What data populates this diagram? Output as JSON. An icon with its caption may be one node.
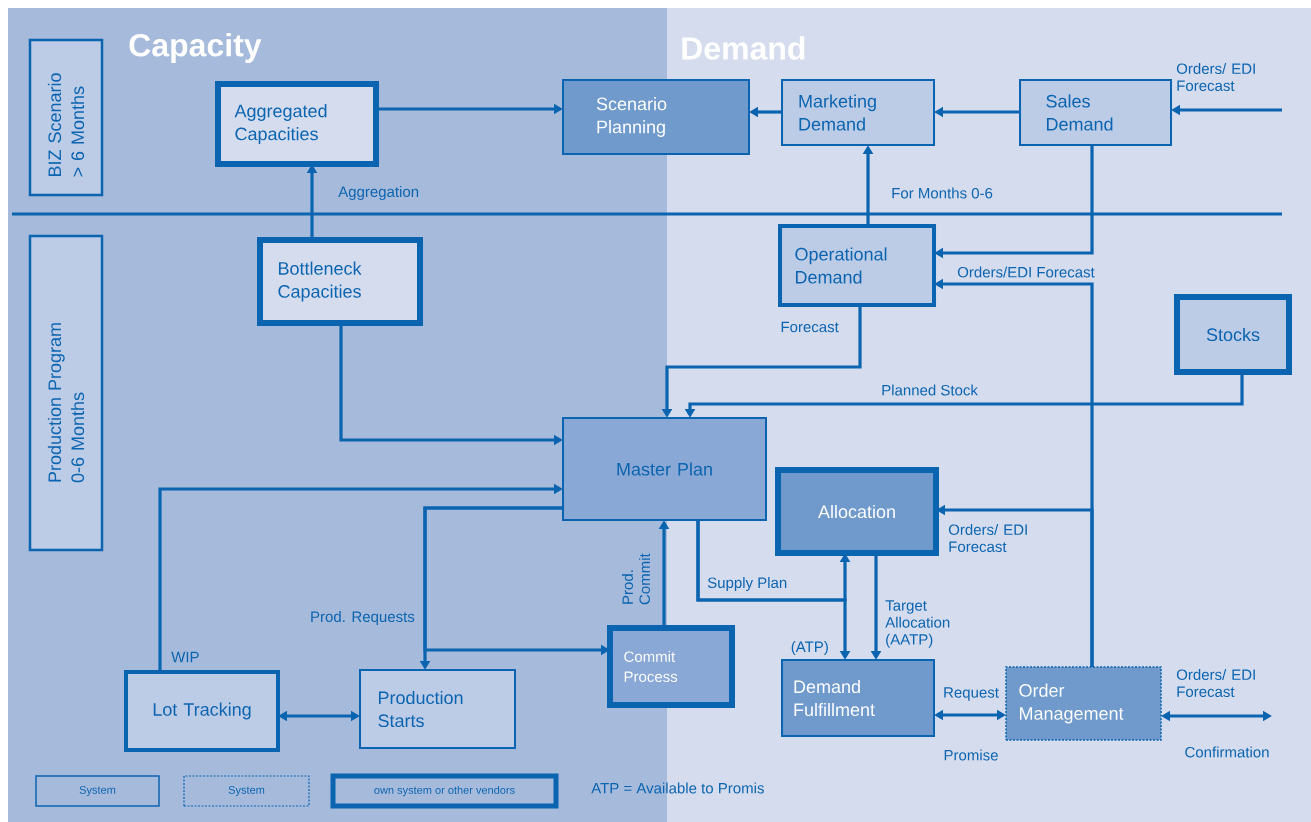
{
  "diagram": {
    "nodes": [
      {
        "text": [
          "BIZ Scenario > 6 Months"
        ]
      },
      {
        "text": [
          "Production Program 0-6 Months"
        ]
      },
      {
        "text": [
          "Aggregated Capacities"
        ]
      },
      {
        "text": [
          "Scenario Planning"
        ]
      },
      {
        "text": [
          "Marketing Demand"
        ]
      },
      {
        "text": [
          "Sales Demand"
        ]
      },
      {
        "text": [
          "Bottleneck Capacities"
        ]
      },
      {
        "text": [
          "Operational Demand"
        ]
      },
      {
        "text": [
          "Stocks"
        ]
      },
      {
        "text": [
          "Master Plan"
        ]
      },
      {
        "text": [
          "Allocation"
        ]
      },
      {
        "text": [
          "Commit Process"
        ]
      },
      {
        "text": [
          "Lot Tracking"
        ]
      },
      {
        "text": [
          "Production Starts"
        ]
      },
      {
        "text": [
          "Demand Fulfillment"
        ]
      },
      {
        "text": [
          "Order Management"
        ]
      }
    ],
    "edges": [
      {
        "from": 2,
        "to": 3,
        "arrow": "to"
      },
      {
        "from": 4,
        "to": 3,
        "arrow": "to"
      },
      {
        "from": 5,
        "to": 4,
        "arrow": "to"
      },
      {
        "from": null,
        "to": 5,
        "arrow": "to",
        "label": "Orders/ EDI Forecast"
      },
      {
        "from": 6,
        "to": 2,
        "arrow": "to",
        "label": "Aggregation"
      },
      {
        "from": 7,
        "to": 4,
        "arrow": "to",
        "label": "For Months 0-6"
      },
      {
        "from": 5,
        "to": 7,
        "arrow": "to"
      },
      {
        "from": 15,
        "to": 7,
        "arrow": "to",
        "label": "Orders/EDI Forecast"
      },
      {
        "from": 7,
        "to": 9,
        "arrow": "to",
        "label": "Forecast"
      },
      {
        "from": 8,
        "to": 9,
        "arrow": "to",
        "label": "Planned Stock"
      },
      {
        "from": 6,
        "to": 9,
        "arrow": "to"
      },
      {
        "from": 12,
        "to": 9,
        "arrow": "to",
        "label": "WIP"
      },
      {
        "from": 9,
        "to": 13,
        "arrow": "to",
        "label": "Prod. Requests"
      },
      {
        "from": 9,
        "to": 11,
        "arrow": "to"
      },
      {
        "from": 11,
        "to": 9,
        "arrow": "to",
        "label": "Prod. Commit"
      },
      {
        "from": 9,
        "to": 10,
        "arrow": "to",
        "label": "Supply Plan"
      },
      {
        "from": 9,
        "to": 14,
        "arrow": "to",
        "label": "(ATP)"
      },
      {
        "from": 10,
        "to": 14,
        "arrow": "to",
        "label": "Target Allocation (AATP)"
      },
      {
        "from": 14,
        "to": 15,
        "arrow": "both",
        "label": "Request"
      },
      {
        "from": 15,
        "to": null,
        "arrow": "both",
        "label": "Orders/ EDI Forecast"
      },
      {
        "from": 15,
        "to": 10,
        "arrow": "to",
        "label": "Orders/ EDI Forecast"
      },
      {
        "from": 12,
        "to": 13,
        "arrow": "both"
      }
    ],
    "labels": [
      "Capacity",
      "Demand",
      "Confirmation",
      "Promise",
      "ATP = Available to Promis"
    ],
    "legend": [
      {
        "text": "System"
      },
      {
        "text": "System"
      },
      {
        "text": "own system or other vendors"
      }
    ]
  }
}
